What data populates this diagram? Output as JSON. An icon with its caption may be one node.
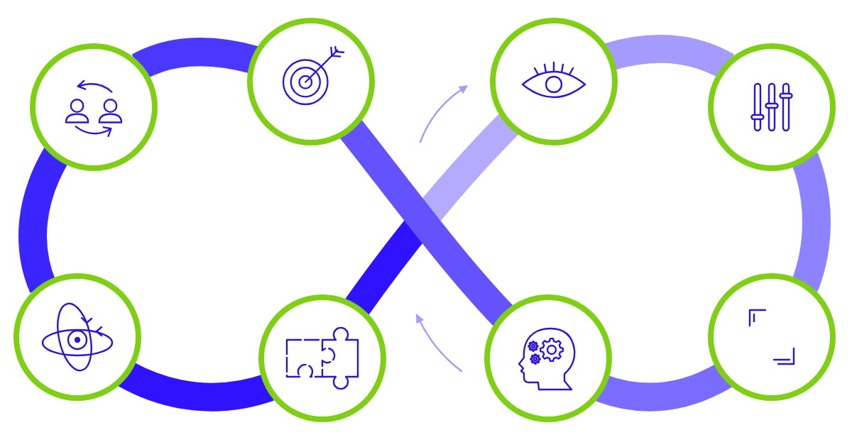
{
  "diagram": {
    "nodes": [
      {
        "text": [],
        "shape": "circle"
      },
      {
        "text": [],
        "shape": "circle"
      },
      {
        "text": [],
        "shape": "circle"
      },
      {
        "text": [],
        "shape": "circle"
      },
      {
        "text": [],
        "shape": "circle"
      },
      {
        "text": [],
        "shape": "circle"
      },
      {
        "text": [],
        "shape": "circle"
      },
      {
        "text": [],
        "shape": "circle"
      }
    ],
    "edges": [
      {
        "from": 0,
        "to": 4,
        "arrow": "none",
        "color": "#3b25ff"
      },
      {
        "from": 4,
        "to": 5,
        "arrow": "none",
        "color": "#2f12ff"
      },
      {
        "from": 5,
        "to": 2,
        "arrow": "none",
        "color": "#b4abff"
      },
      {
        "from": 2,
        "to": 3,
        "arrow": "none",
        "color": "#a59bff"
      },
      {
        "from": 3,
        "to": 7,
        "arrow": "none",
        "color": "#8d82ff"
      },
      {
        "from": 7,
        "to": 6,
        "arrow": "none",
        "color": "#7a6cff"
      },
      {
        "from": 6,
        "to": 1,
        "arrow": "none",
        "color": "#6452ff"
      },
      {
        "from": 1,
        "to": 0,
        "arrow": "none",
        "color": "#4a38ff"
      }
    ]
  }
}
